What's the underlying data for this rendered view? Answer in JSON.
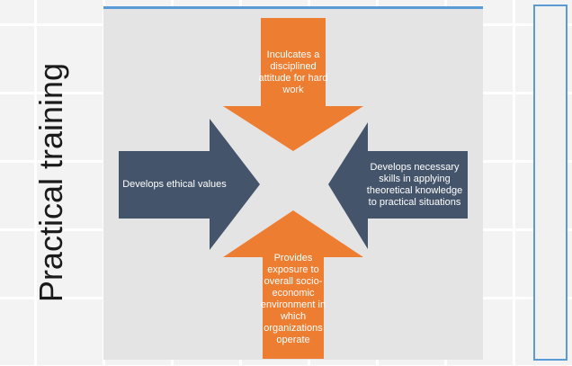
{
  "slide": {
    "title": "Practical training"
  },
  "diagram": {
    "top_text": "Inculcates a disciplined attitude for hard work",
    "left_text": "Develops ethical values",
    "right_text": "Develops necessary skills in applying theoretical knowledge to practical situations",
    "bottom_text": "Provides exposure to overall socio-economic environment in which organizations operate"
  },
  "colors": {
    "orange": "#ed7d31",
    "navy": "#44546a",
    "accent_blue": "#5b9bd5"
  }
}
